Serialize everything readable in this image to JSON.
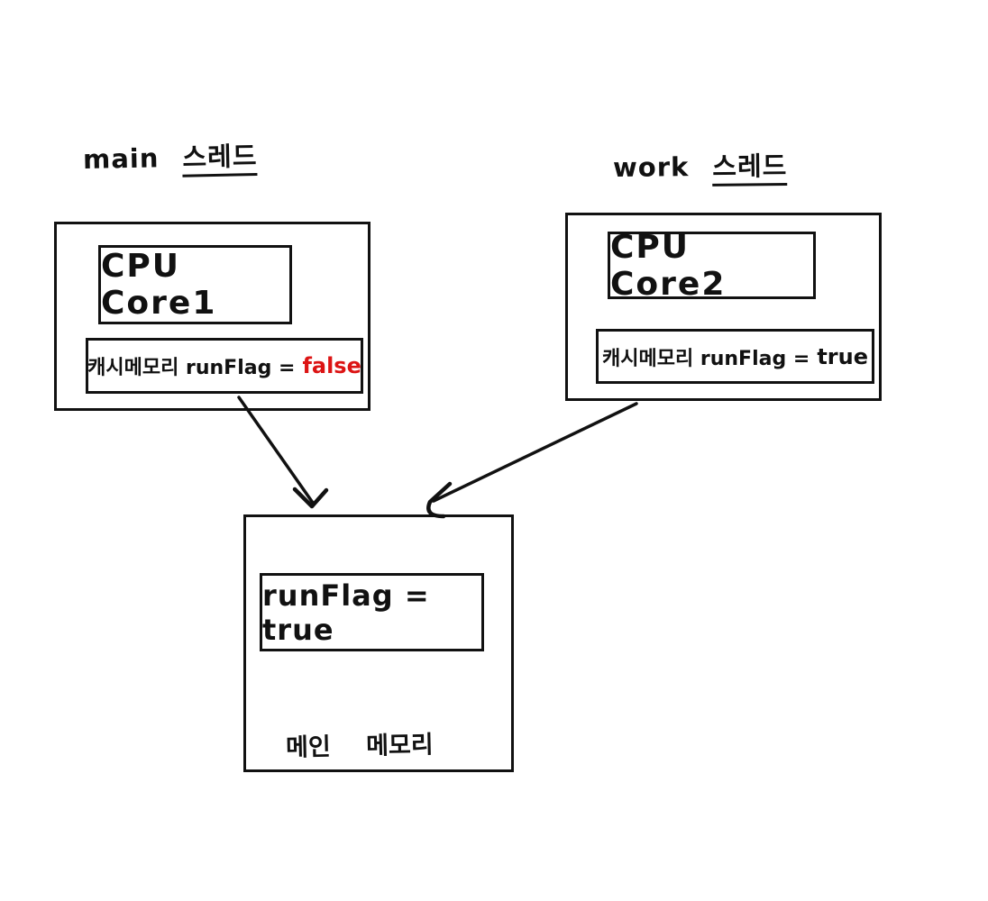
{
  "threads": {
    "main": {
      "name_word": "main",
      "thread_word": "스레드",
      "cpu_label": "CPU Core1",
      "cache_prefix": "캐시메모리 runFlag =",
      "cache_value": "false"
    },
    "work": {
      "name_word": "work",
      "thread_word": "스레드",
      "cpu_label": "CPU Core2",
      "cache_prefix": "캐시메모리 runFlag =",
      "cache_value": "true"
    }
  },
  "memory": {
    "value_label": "runFlag = true",
    "name_label": "메인 메모리"
  },
  "arrows": [
    {
      "from": "main-thread-box",
      "to": "main-memory-box"
    },
    {
      "from": "work-thread-box",
      "to": "main-memory-box"
    }
  ],
  "colors": {
    "ink": "#111111",
    "false_value_red": "#dc1414",
    "background": "#ffffff"
  }
}
